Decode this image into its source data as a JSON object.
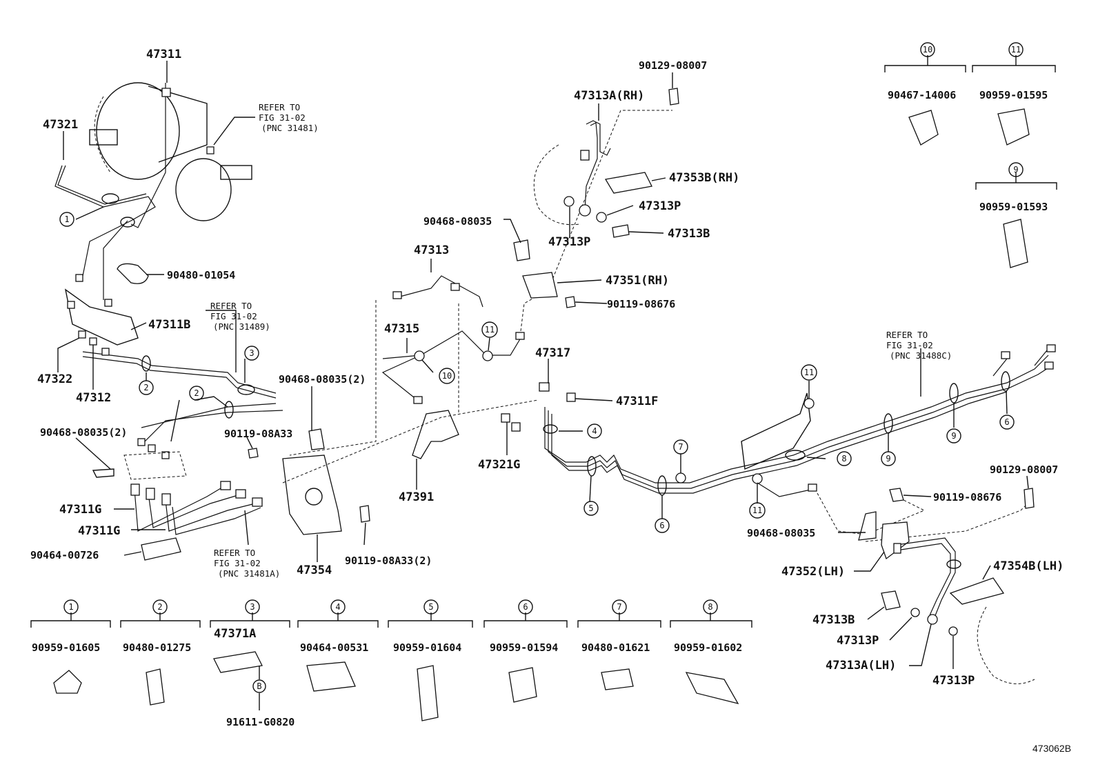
{
  "labels": {
    "p47311": "47311",
    "p47321": "47321",
    "refer1_l1": "REFER TO",
    "refer1_l2": "FIG 31-02",
    "refer1_l3": "(PNC 31481)",
    "p90480_01054": "90480-01054",
    "p47311B": "47311B",
    "refer2_l1": "REFER TO",
    "refer2_l2": "FIG 31-02",
    "refer2_l3": "(PNC 31489)",
    "p47322": "47322",
    "p47312": "47312",
    "p90468_08035_2a": "90468-08035(2)",
    "p90468_08035_2b": "90468-08035(2)",
    "p90119_08A33": "90119-08A33",
    "p47311G_a": "47311G",
    "p47311G_b": "47311G",
    "p90464_00726": "90464-00726",
    "refer3_l1": "REFER TO",
    "refer3_l2": "FIG 31-02",
    "refer3_l3": "(PNC 31481A)",
    "p47354": "47354",
    "p90119_08A33_2": "90119-08A33(2)",
    "p47391": "47391",
    "p47321G": "47321G",
    "p47313": "47313",
    "p47315": "47315",
    "p90468_08035_top": "90468-08035",
    "p90129_08007_top": "90129-08007",
    "p47313A_RH": "47313A(RH)",
    "p47353B_RH": "47353B(RH)",
    "p47313P_a": "47313P",
    "p47313P_b": "47313P",
    "p47313B_a": "47313B",
    "p47351_RH": "47351(RH)",
    "p90119_08676_a": "90119-08676",
    "p47317": "47317",
    "p47311F": "47311F",
    "refer4_l1": "REFER TO",
    "refer4_l2": "FIG 31-02",
    "refer4_l3": "(PNC 31488C)",
    "p90129_08007_r": "90129-08007",
    "p90119_08676_b": "90119-08676",
    "p90468_08035_r": "90468-08035",
    "p47352_LH": "47352(LH)",
    "p47354B_LH": "47354B(LH)",
    "p47313B_b": "47313B",
    "p47313P_c": "47313P",
    "p47313A_LH": "47313A(LH)",
    "p47313P_d": "47313P",
    "p90467_14006": "90467-14006",
    "p90959_01595": "90959-01595",
    "p90959_01593": "90959-01593",
    "p90959_01605": "90959-01605",
    "p90480_01275": "90480-01275",
    "p47371A": "47371A",
    "p91611_G0820": "91611-G0820",
    "p90464_00531": "90464-00531",
    "p90959_01604": "90959-01604",
    "p90959_01594": "90959-01594",
    "p90480_01621": "90480-01621",
    "p90959_01602": "90959-01602",
    "illus_no": "473062B"
  },
  "callouts": {
    "c1": "1",
    "c2": "2",
    "c3": "3",
    "c4": "4",
    "c5": "5",
    "c6": "6",
    "c7": "7",
    "c8": "8",
    "c9": "9",
    "c10": "10",
    "c11": "11",
    "cB": "B"
  }
}
